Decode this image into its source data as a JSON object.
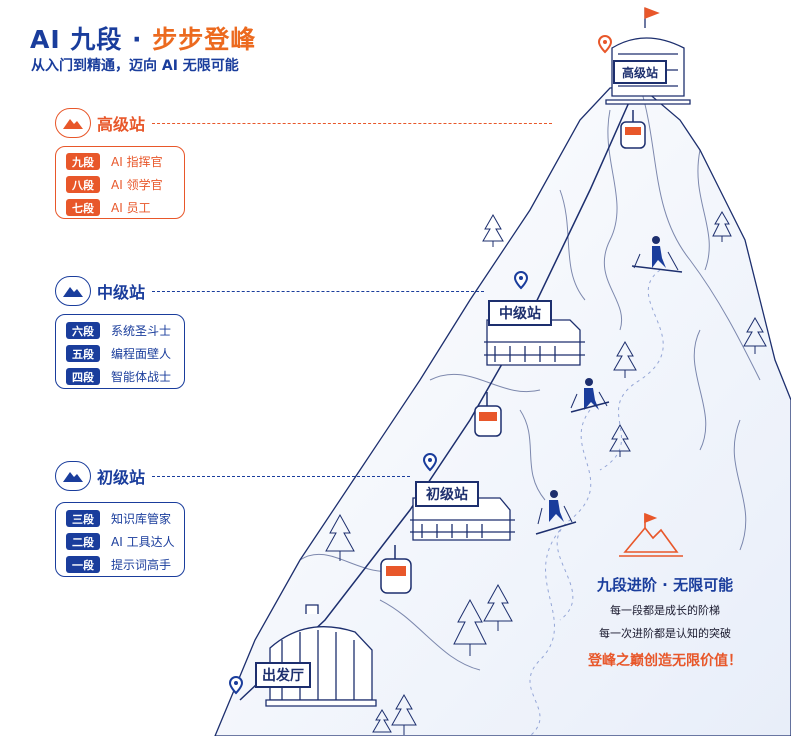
{
  "header": {
    "title_ai": "AI 九段 · ",
    "title_highlight": "步步登峰",
    "subtitle": "从入门到精通，迈向 AI 无限可能"
  },
  "sections": [
    {
      "label": "高级站",
      "accent": "#e8572a",
      "items": [
        {
          "badge": "九段",
          "text": "AI 指挥官"
        },
        {
          "badge": "八段",
          "text": "AI 领学官"
        },
        {
          "badge": "七段",
          "text": "AI 员工"
        }
      ]
    },
    {
      "label": "中级站",
      "accent": "#1a3d9c",
      "items": [
        {
          "badge": "六段",
          "text": "系统圣斗士"
        },
        {
          "badge": "五段",
          "text": "编程面壁人"
        },
        {
          "badge": "四段",
          "text": "智能体战士"
        }
      ]
    },
    {
      "label": "初级站",
      "accent": "#1a3d9c",
      "items": [
        {
          "badge": "三段",
          "text": "知识库管家"
        },
        {
          "badge": "二段",
          "text": "AI 工具达人"
        },
        {
          "badge": "一段",
          "text": "提示词高手"
        }
      ]
    }
  ],
  "stations": {
    "top": "高级站",
    "mid": "中级站",
    "low": "初级站",
    "base": "出发厅"
  },
  "cta": {
    "title": "九段进阶 · 无限可能",
    "line1": "每一段都是成长的阶梯",
    "line2": "每一次进阶都是认知的突破",
    "slogan": "登峰之巅创造无限价值！"
  },
  "colors": {
    "brand_blue": "#1a3d9c",
    "brand_orange": "#e8572a",
    "line_navy": "#1d2f6e"
  }
}
